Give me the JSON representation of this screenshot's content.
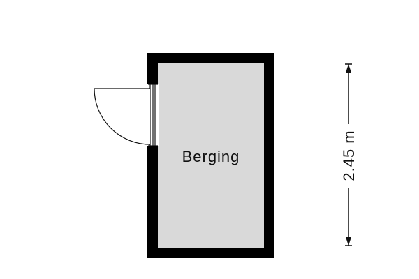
{
  "room": {
    "label": "Berging"
  },
  "dimension": {
    "label": "2.45 m",
    "value_m": 2.45
  },
  "colors": {
    "wall": "#000000",
    "floor": "#d9d9d9",
    "door_line": "#111111",
    "dimension_line": "#111111"
  }
}
